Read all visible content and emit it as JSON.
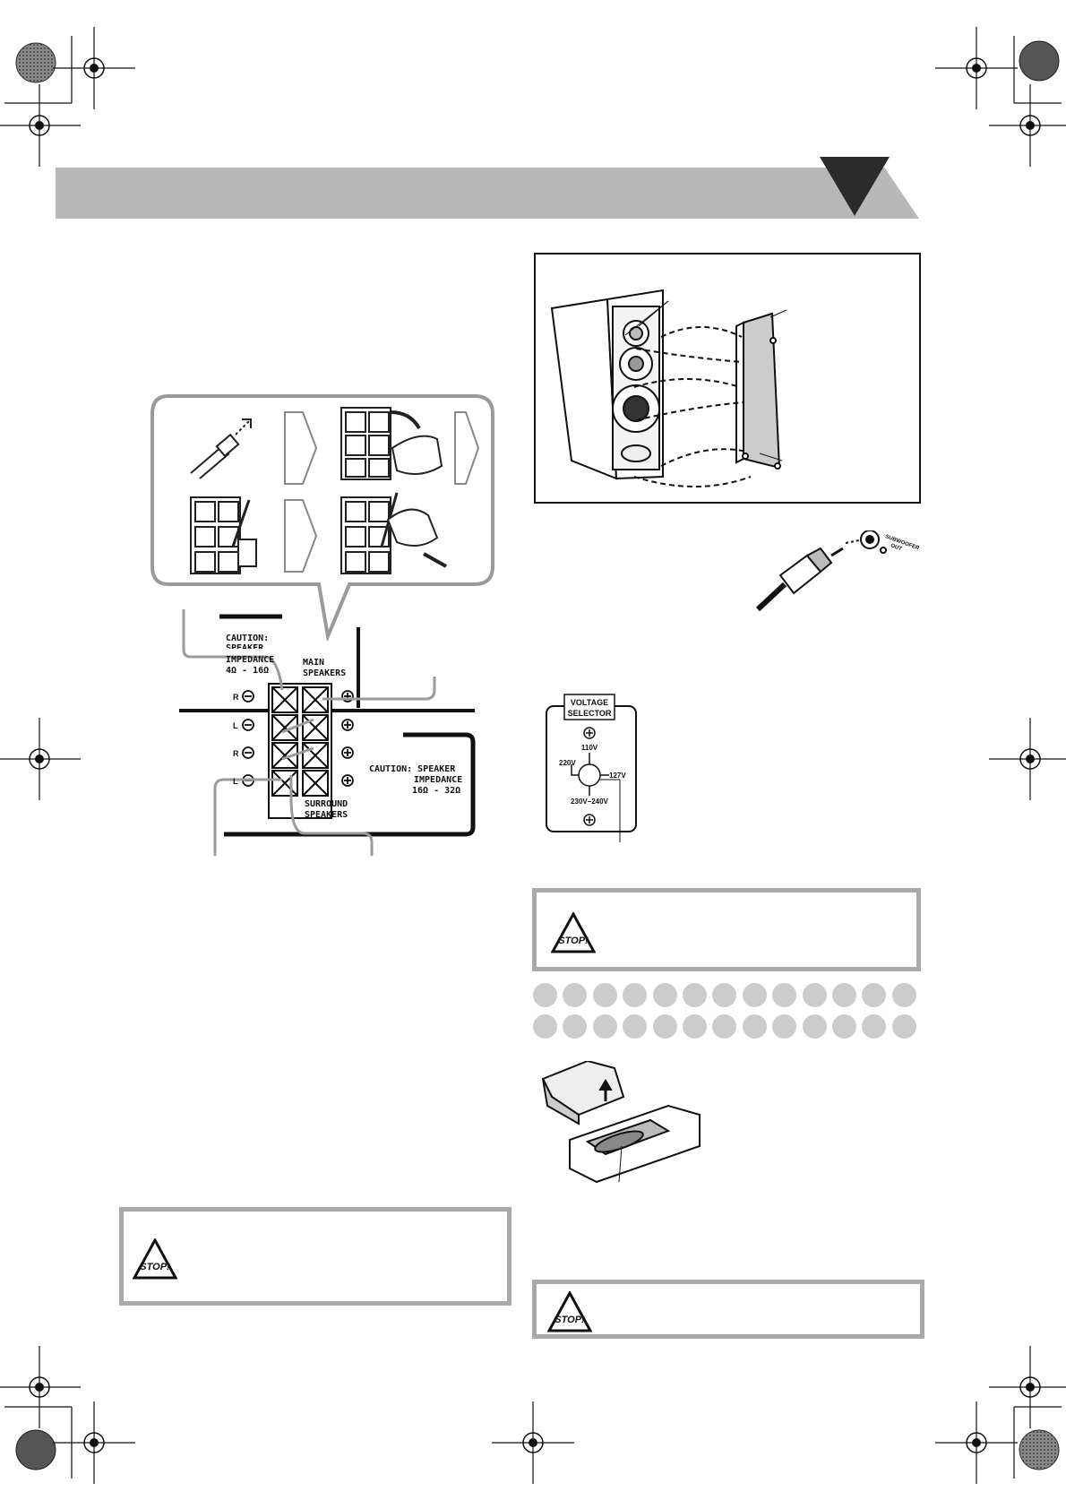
{
  "terminal_panel": {
    "caution_main_1": "CAUTION:",
    "caution_main_2": "SPEAKER",
    "caution_main_3": "IMPEDANCE",
    "caution_main_4": "4Ω - 16Ω",
    "main_speakers_1": "MAIN",
    "main_speakers_2": "SPEAKERS",
    "label_r": "R",
    "label_l": "L",
    "surround_caution_1": "CAUTION: SPEAKER",
    "surround_caution_2": "IMPEDANCE",
    "surround_caution_3": "16Ω - 32Ω",
    "surround_speakers_1": "SURROUND",
    "surround_speakers_2": "SPEAKERS"
  },
  "subwoofer_jack": {
    "label_1": "SUBWOOFER",
    "label_2": "OUT"
  },
  "voltage_selector": {
    "title_1": "VOLTAGE",
    "title_2": "SELECTOR",
    "v110": "110V",
    "v220": "220V",
    "v127": "127V",
    "v230_240": "230V–240V"
  },
  "stop_icon_label": "STOP!",
  "language_dots": {
    "rows": 2,
    "per_row": 13
  },
  "colors": {
    "header_band": "#b8b8b8",
    "header_triangle": "#2b2b2b",
    "warning_border": "#a9a9a9",
    "language_dot": "#cccccc",
    "ink": "#1a1a1a"
  }
}
